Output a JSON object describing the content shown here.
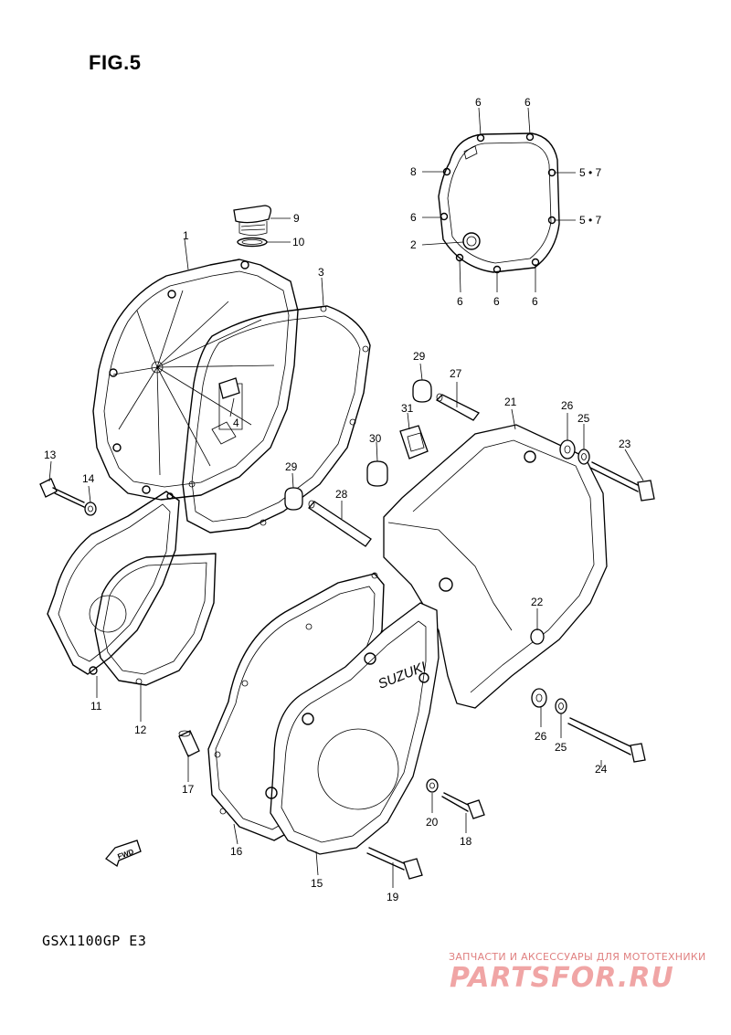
{
  "figure_title": "FIG.5",
  "model_code": "GSX1100GP  E3",
  "direction_marker": "FWD",
  "watermark": {
    "caption": "ЗАПЧАСТИ И АКСЕССУАРЫ ДЛЯ МОТОТЕХНИКИ",
    "logo": "PARTSFOR.RU"
  },
  "cover_brand": "SUZUKI",
  "callouts": [
    {
      "id": "c1",
      "label": "1"
    },
    {
      "id": "c2",
      "label": "2"
    },
    {
      "id": "c3",
      "label": "3"
    },
    {
      "id": "c4",
      "label": "4"
    },
    {
      "id": "c6a",
      "label": "6"
    },
    {
      "id": "c6b",
      "label": "6"
    },
    {
      "id": "c6c",
      "label": "6"
    },
    {
      "id": "c6d",
      "label": "6"
    },
    {
      "id": "c6e",
      "label": "6"
    },
    {
      "id": "c6f",
      "label": "6"
    },
    {
      "id": "c57a",
      "label": "5 • 7"
    },
    {
      "id": "c57b",
      "label": "5 • 7"
    },
    {
      "id": "c8",
      "label": "8"
    },
    {
      "id": "c9",
      "label": "9"
    },
    {
      "id": "c10",
      "label": "10"
    },
    {
      "id": "c11",
      "label": "11"
    },
    {
      "id": "c12",
      "label": "12"
    },
    {
      "id": "c13",
      "label": "13"
    },
    {
      "id": "c14",
      "label": "14"
    },
    {
      "id": "c15",
      "label": "15"
    },
    {
      "id": "c16",
      "label": "16"
    },
    {
      "id": "c17",
      "label": "17"
    },
    {
      "id": "c18",
      "label": "18"
    },
    {
      "id": "c19",
      "label": "19"
    },
    {
      "id": "c20",
      "label": "20"
    },
    {
      "id": "c21",
      "label": "21"
    },
    {
      "id": "c22",
      "label": "22"
    },
    {
      "id": "c23",
      "label": "23"
    },
    {
      "id": "c24",
      "label": "24"
    },
    {
      "id": "c25a",
      "label": "25"
    },
    {
      "id": "c25b",
      "label": "25"
    },
    {
      "id": "c26a",
      "label": "26"
    },
    {
      "id": "c26b",
      "label": "26"
    },
    {
      "id": "c27",
      "label": "27"
    },
    {
      "id": "c28",
      "label": "28"
    },
    {
      "id": "c29a",
      "label": "29"
    },
    {
      "id": "c29b",
      "label": "29"
    },
    {
      "id": "c30",
      "label": "30"
    },
    {
      "id": "c31",
      "label": "31"
    }
  ]
}
